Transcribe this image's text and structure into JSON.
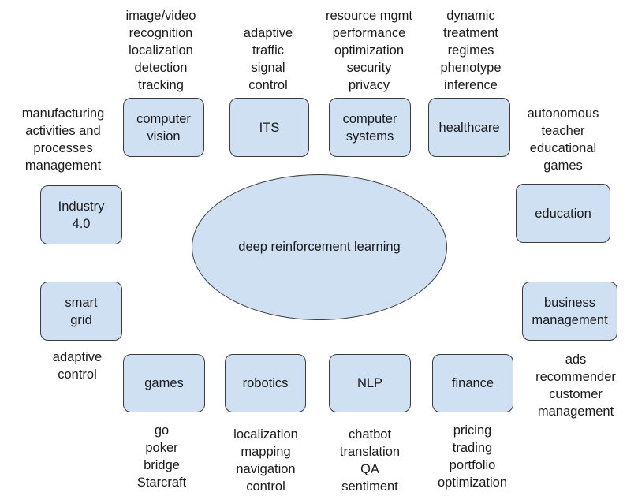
{
  "center": "deep reinforcement learning",
  "nodes": {
    "computer_vision": {
      "label": "computer\nvision",
      "notes": "image/video\nrecognition\nlocalization\ndetection\ntracking"
    },
    "its": {
      "label": "ITS",
      "notes": "adaptive\ntraffic\nsignal\ncontrol"
    },
    "computer_systems": {
      "label": "computer\nsystems",
      "notes": "resource mgmt\nperformance\noptimization\nsecurity\nprivacy"
    },
    "healthcare": {
      "label": "healthcare",
      "notes": "dynamic\ntreatment\nregimes\nphenotype\ninference"
    },
    "industry": {
      "label": "Industry\n4.0",
      "notes": "manufacturing\nactivities and\nprocesses\nmanagement"
    },
    "education": {
      "label": "education",
      "notes": "autonomous\nteacher\neducational\ngames"
    },
    "smart_grid": {
      "label": "smart\ngrid",
      "notes": "adaptive\ncontrol"
    },
    "business": {
      "label": "business\nmanagement",
      "notes": "ads\nrecommender\ncustomer\nmanagement"
    },
    "games": {
      "label": "games",
      "notes": "go\npoker\nbridge\nStarcraft"
    },
    "robotics": {
      "label": "robotics",
      "notes": "localization\nmapping\nnavigation\ncontrol"
    },
    "nlp": {
      "label": "NLP",
      "notes": "chatbot\ntranslation\nQA\nsentiment"
    },
    "finance": {
      "label": "finance",
      "notes": "pricing\ntrading\nportfolio\noptimization"
    }
  }
}
